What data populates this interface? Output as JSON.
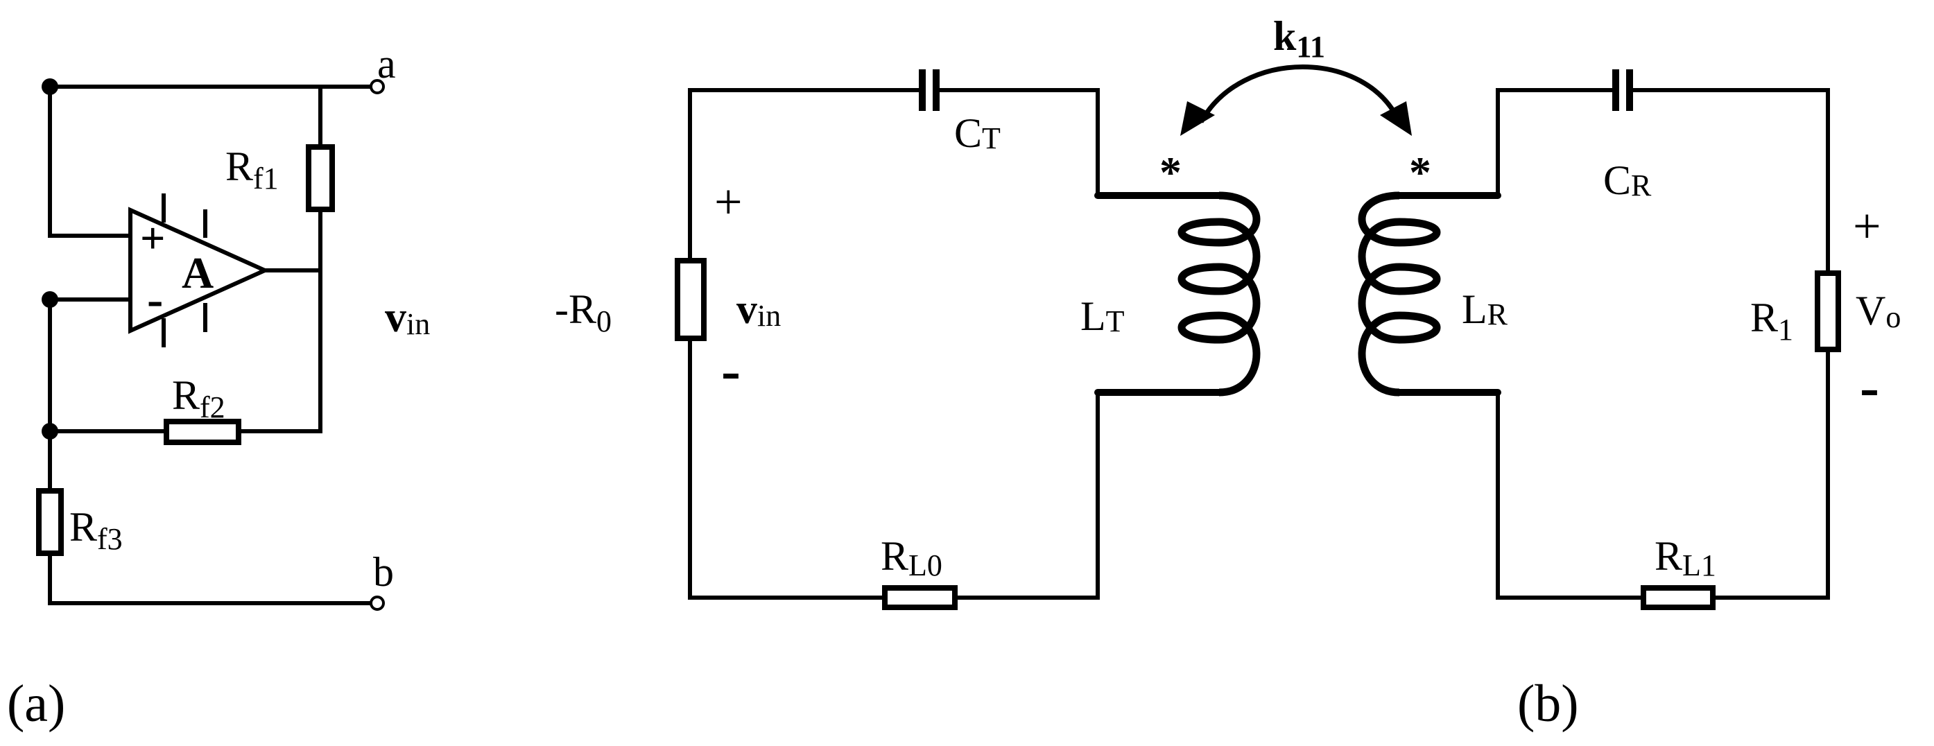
{
  "panel_a": {
    "label": "(a)",
    "terminal_a": "a",
    "terminal_b": "b",
    "opamp": {
      "name": "A",
      "plus": "+",
      "minus": "-"
    },
    "rf1": {
      "main": "R",
      "sub": "f1"
    },
    "rf2": {
      "main": "R",
      "sub": "f2"
    },
    "rf3": {
      "main": "R",
      "sub": "f3"
    },
    "vin": {
      "main": "v",
      "sub": "in"
    }
  },
  "panel_b": {
    "label": "(b)",
    "coupling": {
      "main": "k",
      "sub": "11"
    },
    "ct": {
      "main": "C",
      "sub": "T"
    },
    "cr": {
      "main": "C",
      "sub": "R"
    },
    "lt": {
      "main": "L",
      "sub": "T"
    },
    "lr": {
      "main": "L",
      "sub": "R"
    },
    "neg_r0": {
      "main": "-R",
      "sub": "0"
    },
    "vin": {
      "main": "v",
      "sub": "in",
      "plus": "+",
      "minus": "-"
    },
    "r1": {
      "main": "R",
      "sub": "1"
    },
    "vo": {
      "main": "V",
      "sub": "o",
      "plus": "+",
      "minus": "-"
    },
    "rl0": {
      "main": "R",
      "sub": "L0"
    },
    "rl1": {
      "main": "R",
      "sub": "L1"
    },
    "dot_left": "*",
    "dot_right": "*"
  }
}
